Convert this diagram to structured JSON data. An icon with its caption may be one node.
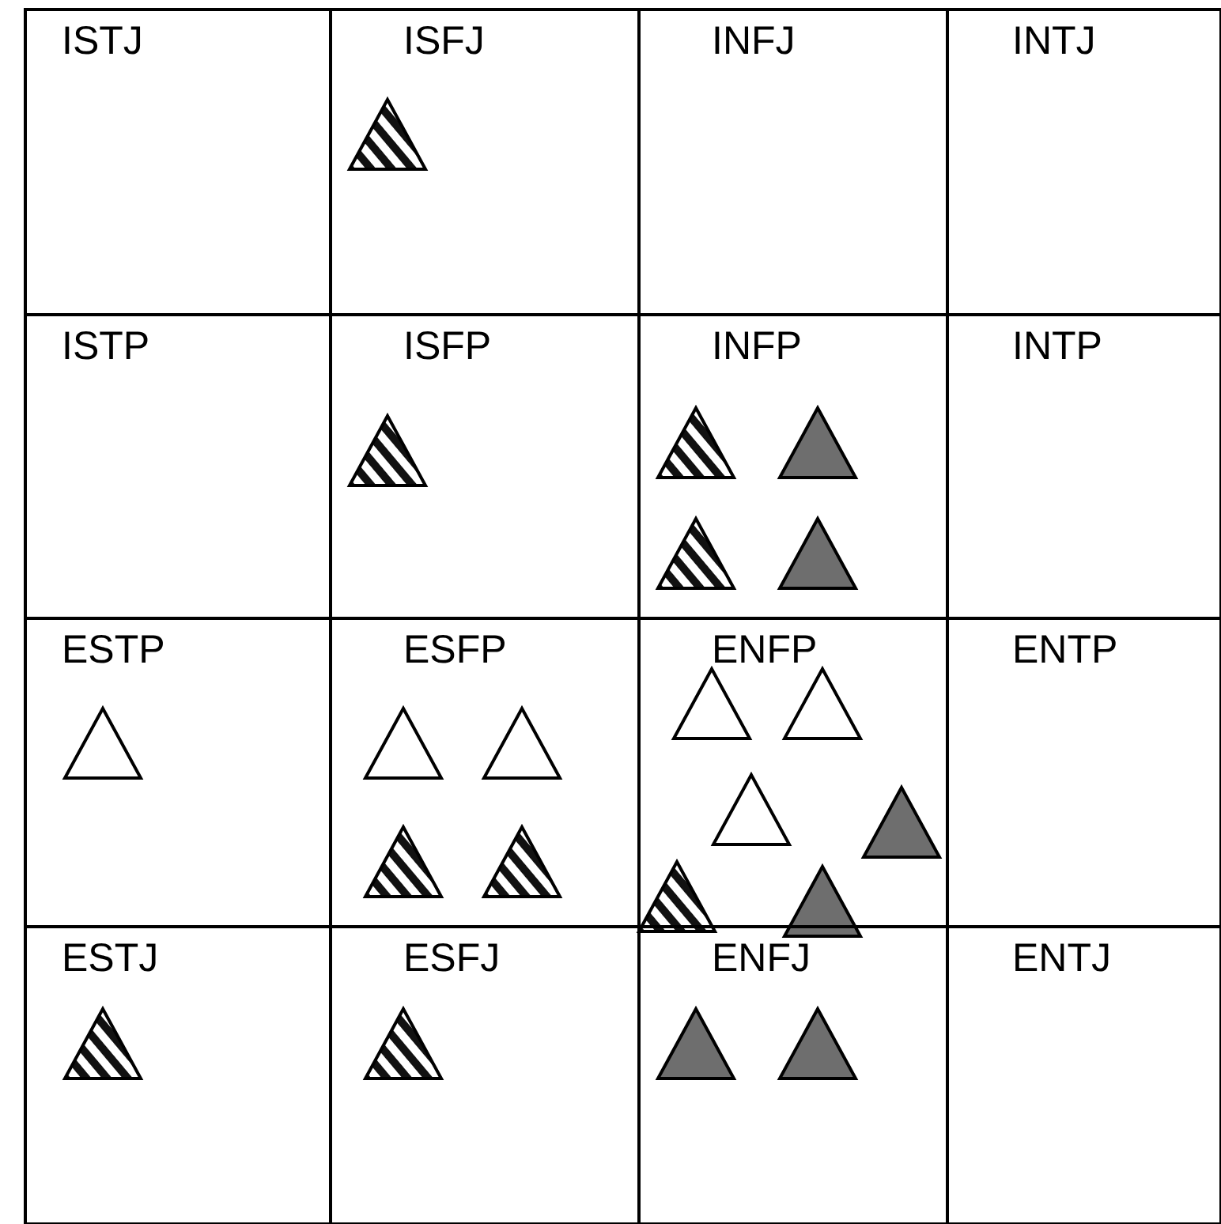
{
  "diagram": {
    "labels": [
      "ISTJ",
      "ISFJ",
      "INFJ",
      "INTJ",
      "ISTP",
      "ISFP",
      "INFP",
      "INTP",
      "ESTP",
      "ESFP",
      "ENFP",
      "ENTP",
      "ESTJ",
      "ESFJ",
      "ENFJ",
      "ENTJ"
    ]
  }
}
